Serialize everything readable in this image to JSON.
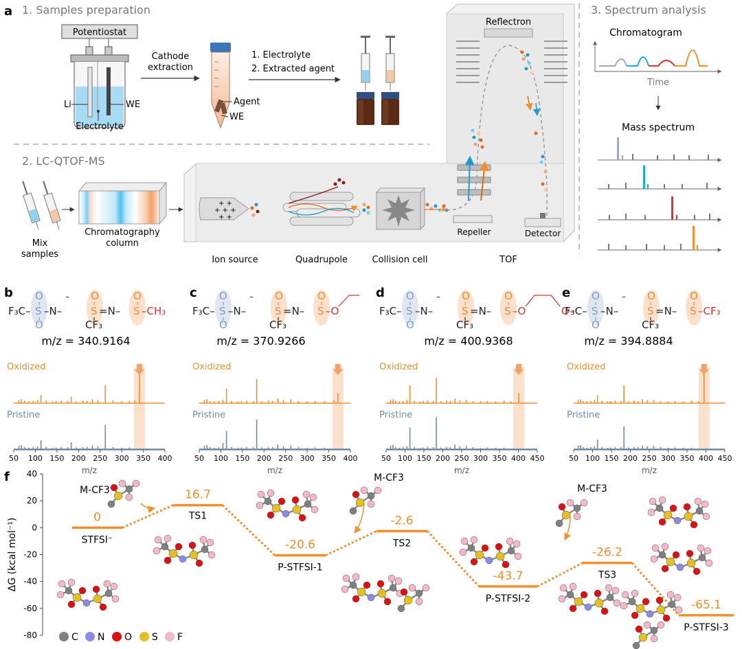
{
  "panel_letters": {
    "a": "a",
    "b": "b",
    "c": "c",
    "d": "d",
    "e": "e",
    "f": "f"
  },
  "section_titles": {
    "s1": "1. Samples preparation",
    "s2": "2. LC-QTOF-MS",
    "s3": "3. Spectrum analysis"
  },
  "prep": {
    "potentiostat": "Potentiostat",
    "li": "Li",
    "we": "WE",
    "electrolyte": "Electrolyte",
    "cathode_extraction_1": "Cathode",
    "cathode_extraction_2": "extraction",
    "agent": "Agent",
    "we_tube": "WE",
    "step1": "1. Electrolyte",
    "step2": "2. Extracted agent"
  },
  "lcms": {
    "mix_1": "Mix",
    "mix_2": "samples",
    "column_1": "Chromatography",
    "column_2": "column",
    "ion_source": "Ion source",
    "quadrupole": "Quadrupole",
    "collision_cell": "Collision cell",
    "tof": "TOF",
    "reflectron": "Reflectron",
    "repeller": "Repeller",
    "detector": "Detector"
  },
  "analysis": {
    "chromatogram": "Chromatogram",
    "time": "Time",
    "mass_spectrum": "Mass spectrum"
  },
  "structures": {
    "b_mz": "m/z = 340.9164",
    "c_mz": "m/z = 370.9266",
    "d_mz": "m/z = 400.9368",
    "e_mz": "m/z = 394.8884"
  },
  "spectra_labels": {
    "oxidized": "Oxidized",
    "pristine": "Pristine",
    "xlabel": "m/z"
  },
  "colors": {
    "oxidized": "#f28e2b",
    "pristine": "#6b8bb0",
    "highlight": "#fbe0cc",
    "energy": "#f28e2b",
    "atom_C": "#808080",
    "atom_N": "#8c8ce6",
    "atom_O": "#e01010",
    "atom_S": "#e6c020",
    "atom_F": "#f4b8c8"
  },
  "legend": {
    "C": "C",
    "N": "N",
    "O": "O",
    "S": "S",
    "F": "F"
  },
  "chart_data": [
    {
      "panel": "b",
      "type": "bar",
      "xlabel": "m/z",
      "xlim": [
        50,
        400
      ],
      "xticks": [
        50,
        100,
        150,
        200,
        250,
        300,
        350,
        400
      ],
      "highlight_x": 341,
      "series": [
        {
          "name": "Oxidized",
          "x": [
            62,
            68,
            75,
            85,
            95,
            105,
            113,
            125,
            140,
            148,
            160,
            175,
            183,
            195,
            210,
            220,
            232,
            245,
            262,
            280,
            300,
            318,
            330,
            341
          ],
          "values": [
            0.1,
            0.12,
            0.08,
            0.06,
            0.07,
            0.1,
            0.25,
            0.08,
            0.06,
            0.07,
            0.08,
            0.07,
            0.2,
            0.06,
            0.08,
            0.07,
            0.12,
            0.09,
            0.55,
            0.08,
            0.06,
            0.07,
            0.08,
            0.9
          ]
        },
        {
          "name": "Pristine",
          "x": [
            62,
            68,
            75,
            85,
            95,
            105,
            113,
            125,
            140,
            148,
            160,
            175,
            183,
            195,
            210,
            220,
            232,
            245,
            262,
            280,
            300,
            318
          ],
          "values": [
            0.12,
            0.14,
            0.08,
            0.06,
            0.08,
            0.1,
            0.28,
            0.08,
            0.06,
            0.07,
            0.08,
            0.08,
            0.22,
            0.07,
            0.08,
            0.08,
            0.12,
            0.1,
            0.72,
            0.08,
            0.06,
            0.07
          ]
        }
      ]
    },
    {
      "panel": "c",
      "type": "bar",
      "xlabel": "m/z",
      "xlim": [
        50,
        400
      ],
      "xticks": [
        50,
        100,
        150,
        200,
        250,
        300,
        350,
        400
      ],
      "highlight_x": 371,
      "series": [
        {
          "name": "Oxidized",
          "x": [
            62,
            68,
            75,
            85,
            95,
            105,
            113,
            125,
            140,
            148,
            160,
            175,
            183,
            195,
            210,
            220,
            232,
            245,
            262,
            280,
            300,
            318,
            340,
            362,
            371
          ],
          "values": [
            0.1,
            0.12,
            0.07,
            0.06,
            0.07,
            0.1,
            0.45,
            0.07,
            0.06,
            0.07,
            0.08,
            0.07,
            0.75,
            0.06,
            0.08,
            0.07,
            0.15,
            0.09,
            0.12,
            0.07,
            0.06,
            0.07,
            0.06,
            0.1,
            0.3
          ]
        },
        {
          "name": "Pristine",
          "x": [
            62,
            68,
            75,
            85,
            95,
            105,
            113,
            125,
            140,
            148,
            160,
            175,
            183,
            195,
            210,
            220,
            232,
            245,
            262,
            280,
            300,
            318,
            340
          ],
          "values": [
            0.12,
            0.14,
            0.08,
            0.06,
            0.08,
            0.2,
            0.55,
            0.08,
            0.06,
            0.07,
            0.08,
            0.08,
            0.88,
            0.07,
            0.08,
            0.08,
            0.15,
            0.1,
            0.12,
            0.08,
            0.06,
            0.07,
            0.06
          ]
        }
      ]
    },
    {
      "panel": "d",
      "type": "bar",
      "xlabel": "m/z",
      "xlim": [
        50,
        450
      ],
      "xticks": [
        50,
        100,
        150,
        200,
        250,
        300,
        350,
        400,
        450
      ],
      "highlight_x": 401,
      "series": [
        {
          "name": "Oxidized",
          "x": [
            62,
            68,
            75,
            85,
            95,
            105,
            113,
            125,
            140,
            148,
            160,
            175,
            183,
            195,
            210,
            220,
            232,
            245,
            262,
            280,
            300,
            318,
            340,
            362,
            380,
            401
          ],
          "values": [
            0.1,
            0.12,
            0.07,
            0.06,
            0.07,
            0.1,
            0.55,
            0.07,
            0.06,
            0.07,
            0.08,
            0.07,
            0.78,
            0.06,
            0.08,
            0.07,
            0.14,
            0.09,
            0.1,
            0.07,
            0.06,
            0.07,
            0.06,
            0.08,
            0.06,
            0.3
          ]
        },
        {
          "name": "Pristine",
          "x": [
            62,
            68,
            75,
            85,
            95,
            105,
            113,
            125,
            140,
            148,
            160,
            175,
            183,
            195,
            210,
            220,
            232,
            245,
            262,
            280,
            300,
            318,
            340,
            362
          ],
          "values": [
            0.12,
            0.14,
            0.08,
            0.06,
            0.08,
            0.1,
            0.65,
            0.08,
            0.06,
            0.07,
            0.08,
            0.08,
            0.95,
            0.07,
            0.08,
            0.08,
            0.15,
            0.1,
            0.12,
            0.08,
            0.06,
            0.07,
            0.06,
            0.06
          ]
        }
      ]
    },
    {
      "panel": "e",
      "type": "bar",
      "xlabel": "m/z",
      "xlim": [
        50,
        450
      ],
      "xticks": [
        50,
        100,
        150,
        200,
        250,
        300,
        350,
        400,
        450
      ],
      "highlight_x": 395,
      "series": [
        {
          "name": "Oxidized",
          "x": [
            62,
            68,
            75,
            85,
            95,
            105,
            113,
            125,
            140,
            148,
            160,
            175,
            183,
            195,
            210,
            220,
            232,
            245,
            262,
            280,
            300,
            318,
            340,
            362,
            380,
            395
          ],
          "values": [
            0.1,
            0.12,
            0.07,
            0.06,
            0.07,
            0.1,
            0.25,
            0.07,
            0.06,
            0.07,
            0.08,
            0.07,
            0.55,
            0.06,
            0.08,
            0.07,
            0.12,
            0.09,
            0.1,
            0.07,
            0.06,
            0.07,
            0.06,
            0.08,
            0.06,
            0.9
          ]
        },
        {
          "name": "Pristine",
          "x": [
            62,
            68,
            75,
            85,
            95,
            105,
            113,
            125,
            140,
            148,
            160,
            175,
            183,
            195,
            210,
            220,
            232,
            245,
            262,
            280,
            300,
            318,
            340,
            362
          ],
          "values": [
            0.12,
            0.14,
            0.08,
            0.06,
            0.08,
            0.1,
            0.3,
            0.08,
            0.06,
            0.07,
            0.08,
            0.08,
            0.68,
            0.07,
            0.08,
            0.08,
            0.12,
            0.1,
            0.12,
            0.08,
            0.06,
            0.07,
            0.06,
            0.06
          ]
        }
      ]
    },
    {
      "panel": "f",
      "type": "line",
      "ylabel": "ΔG (kcal mol⁻¹)",
      "ylim": [
        -80,
        40
      ],
      "yticks": [
        40,
        20,
        0,
        -20,
        -40,
        -60,
        -80
      ],
      "states": [
        {
          "label": "STFSI⁻",
          "value": 0,
          "value_text": "0"
        },
        {
          "label": "TS1",
          "value": 16.7,
          "value_text": "16.7"
        },
        {
          "label": "P-STFSI-1",
          "value": -20.6,
          "value_text": "-20.6"
        },
        {
          "label": "TS2",
          "value": -2.6,
          "value_text": "-2.6"
        },
        {
          "label": "P-STFSI-2",
          "value": -43.7,
          "value_text": "-43.7"
        },
        {
          "label": "TS3",
          "value": -26.2,
          "value_text": "-26.2"
        },
        {
          "label": "P-STFSI-3",
          "value": -65.1,
          "value_text": "-65.1"
        }
      ],
      "reagent_label": "M-CF3"
    }
  ]
}
